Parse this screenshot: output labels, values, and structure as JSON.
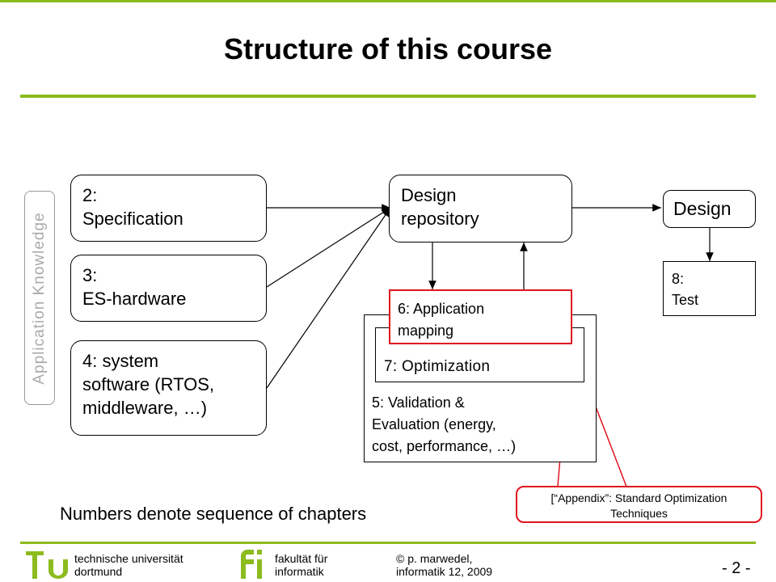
{
  "title": "Structure of this course",
  "side_label": "Application Knowledge",
  "boxes": {
    "spec": [
      "2:",
      "Specification"
    ],
    "hw": [
      "3:",
      "ES-hardware"
    ],
    "sw": [
      "4: system",
      "software (RTOS,",
      "middleware, …)"
    ],
    "repo": [
      "Design",
      "repository"
    ],
    "design": "Design",
    "test": [
      "8:",
      "Test"
    ],
    "mapping": [
      "6: Application",
      "mapping"
    ],
    "optimization": "7: Optimization",
    "validation": [
      "5: Validation &",
      "Evaluation  (energy,",
      "cost, performance, …)"
    ]
  },
  "appendix": [
    "[“Appendix”: Standard Optimization",
    "Techniques"
  ],
  "caption": "Numbers denote sequence of chapters",
  "footer": {
    "uni": [
      "technische universität",
      "dortmund"
    ],
    "fak": [
      "fakultät für",
      "informatik"
    ],
    "author": [
      "© p. marwedel,",
      "informatik 12,  2009"
    ],
    "page": "- 2 -"
  },
  "colors": {
    "accent": "#8cbb1e",
    "highlight": "#e0141e"
  }
}
